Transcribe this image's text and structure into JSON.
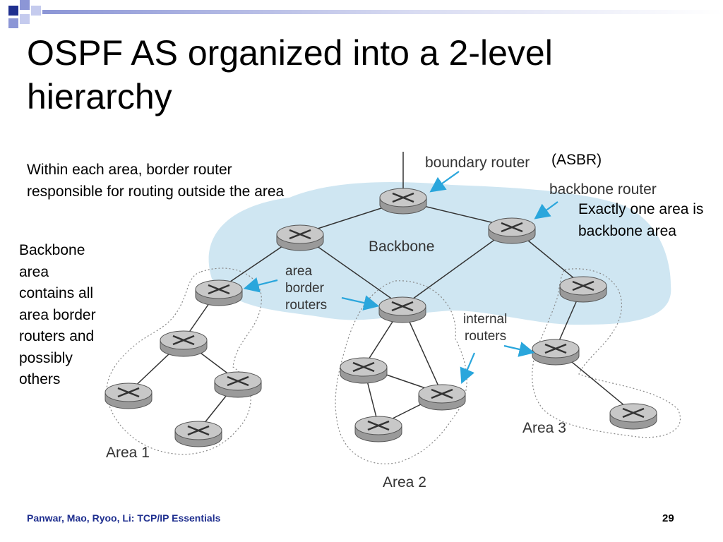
{
  "slide": {
    "title": "OSPF AS organized into a 2-level hierarchy",
    "note_area_border": "Within each area, border router responsible for routing outside the area",
    "note_backbone_left": "Backbone area contains all area border routers and possibly others",
    "note_exactly_one": "Exactly one area is backbone area",
    "asbr_label": "(ASBR)",
    "footer_text": "Panwar, Mao, Ryoo, Li: TCP/IP Essentials",
    "page_number": "29"
  },
  "diagram": {
    "labels": {
      "boundary_router": "boundary router",
      "backbone_router": "backbone router",
      "backbone": "Backbone",
      "area_border_routers": [
        "area",
        "border",
        "routers"
      ],
      "internal_routers": [
        "internal",
        "routers"
      ],
      "area1": "Area 1",
      "area2": "Area 2",
      "area3": "Area 3"
    },
    "colors": {
      "backbone_fill": "#cfe6f2",
      "arrow": "#2aa6dc",
      "router_body": "#9a9a9a",
      "router_top": "#c8c8c8",
      "area_outline": "#888888"
    },
    "routers": [
      "asbr",
      "r-left",
      "r-right",
      "abr1",
      "abr2",
      "abr3",
      "a1-mid",
      "a1-left",
      "a1-right",
      "a1-bottom",
      "a2-left",
      "a2-right",
      "a2-bottom",
      "a3-mid",
      "a3-bottom"
    ]
  },
  "decor": {
    "square_colors": [
      "#1f2f8f",
      "#8c96d6",
      "#c5cbee"
    ]
  }
}
